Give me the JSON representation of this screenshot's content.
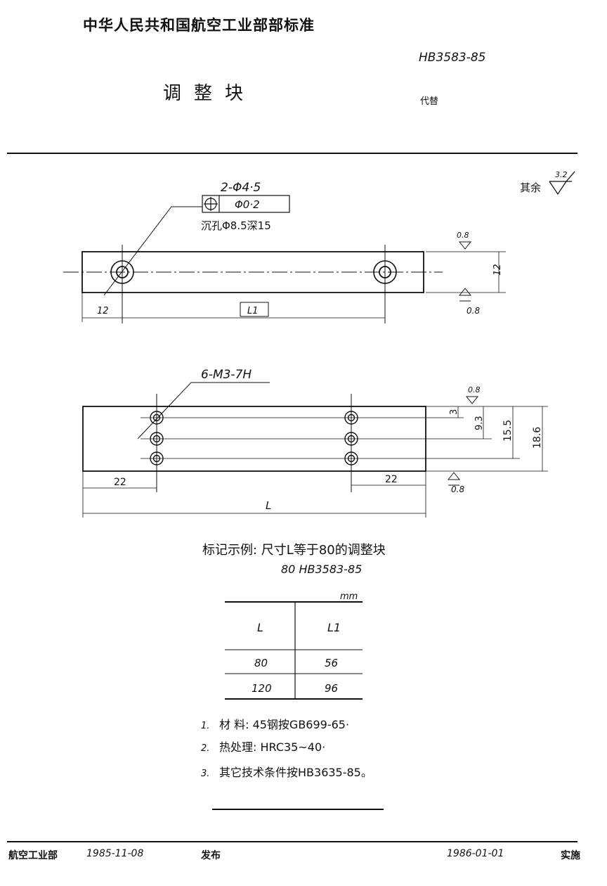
{
  "header": {
    "title": "中华人民共和国航空工业部部标准",
    "std_code": "HB3583-85",
    "part_name": "调整块",
    "supersedes": "代替"
  },
  "drawing": {
    "surface_rest": "其余",
    "roughness_rest": "3.2",
    "roughness_face": "0.8",
    "top_view": {
      "hole_callout": "2-Φ4·5",
      "position_tol": "Φ0·2",
      "counterbore": "沉孔Φ8.5深15",
      "dim_height": "12",
      "dim_edge": "12",
      "dim_l1": "L1"
    },
    "front_view": {
      "thread_callout": "6-M3-7H",
      "dim_3": "3",
      "dim_9_3": "9.3",
      "dim_15_5": "15.5",
      "dim_18_6": "18.6",
      "dim_22_left": "22",
      "dim_22_right": "22",
      "dim_l": "L"
    }
  },
  "marking": {
    "example": "标记示例: 尺寸L等于80的调整块",
    "code": "80 HB3583-85"
  },
  "table": {
    "unit": "mm",
    "headers": [
      "L",
      "L1"
    ],
    "rows": [
      [
        "80",
        "56"
      ],
      [
        "120",
        "96"
      ]
    ]
  },
  "notes": [
    {
      "num": "1.",
      "text": "材  料: 45钢按GB699-65·"
    },
    {
      "num": "2.",
      "text": "热处理: HRC35~40·"
    },
    {
      "num": "3.",
      "text": "其它技术条件按HB3635-85。"
    }
  ],
  "footer": {
    "org": "航空工业部",
    "issue_date": "1985-11-08",
    "issued": "发布",
    "effective_date": "1986-01-01",
    "implemented": "实施"
  }
}
